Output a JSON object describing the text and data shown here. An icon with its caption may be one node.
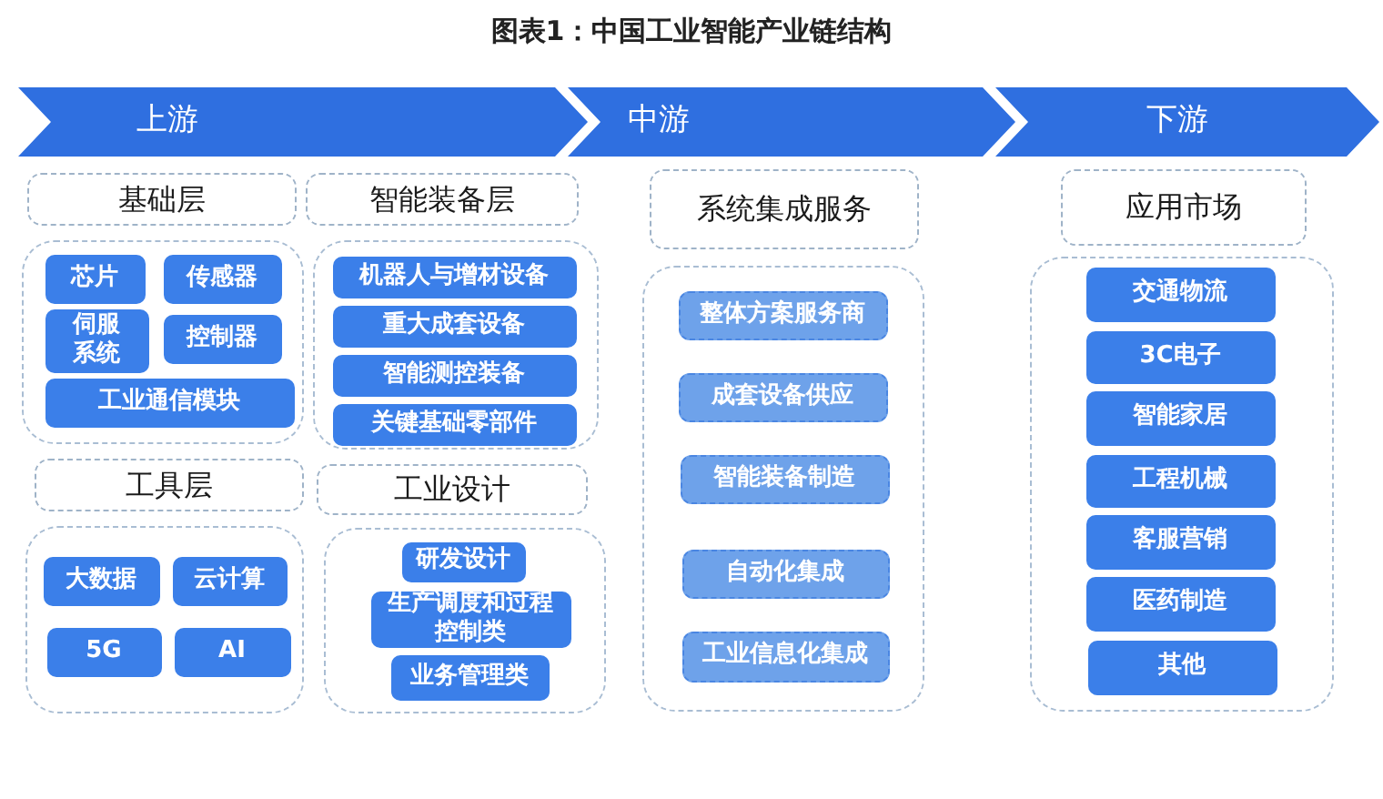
{
  "diagram": {
    "title": "图表1：中国工业智能产业链结构",
    "nodes": [
      {
        "text": [
          "上游"
        ]
      },
      {
        "text": [
          "中游"
        ]
      },
      {
        "text": [
          "下游"
        ]
      },
      {
        "text": [
          "基础层"
        ]
      },
      {
        "text": [
          "智能装备层"
        ]
      },
      {
        "text": [],
        "shape": "box"
      },
      {
        "text": [
          "芯片"
        ],
        "in": 5
      },
      {
        "text": [
          "传感器"
        ],
        "in": 5
      },
      {
        "text": [
          "伺服系统"
        ],
        "in": 5
      },
      {
        "text": [
          "控制器"
        ],
        "in": 5
      },
      {
        "text": [
          "工业通信模块"
        ],
        "in": 5
      },
      {
        "text": [],
        "shape": "box"
      },
      {
        "text": [
          "机器人与增材设备"
        ],
        "in": 11
      },
      {
        "text": [
          "重大成套设备"
        ],
        "in": 11
      },
      {
        "text": [
          "智能测控装备"
        ],
        "in": 11
      },
      {
        "text": [
          "关键基础零部件"
        ],
        "in": 11
      },
      {
        "text": [
          "工具层"
        ]
      },
      {
        "text": [
          "工业设计"
        ]
      },
      {
        "text": [],
        "shape": "box"
      },
      {
        "text": [
          "大数据"
        ],
        "in": 18
      },
      {
        "text": [
          "云计算"
        ],
        "in": 18
      },
      {
        "text": [
          "5G"
        ],
        "in": 18
      },
      {
        "text": [
          "AI"
        ],
        "in": 18
      },
      {
        "text": [],
        "shape": "box"
      },
      {
        "text": [
          "研发设计"
        ],
        "in": 23
      },
      {
        "text": [
          "生产调度和过程控制类"
        ],
        "in": 23
      },
      {
        "text": [
          "业务管理类"
        ],
        "in": 23
      },
      {
        "text": [
          "系统集成服务"
        ]
      },
      {
        "text": [],
        "shape": "box"
      },
      {
        "text": [
          "整体方案服务商"
        ],
        "in": 28
      },
      {
        "text": [
          "成套设备供应"
        ],
        "in": 28
      },
      {
        "text": [
          "智能装备制造"
        ],
        "in": 28
      },
      {
        "text": [
          "自动化集成"
        ],
        "in": 28
      },
      {
        "text": [
          "工业信息化集成"
        ],
        "in": 28
      },
      {
        "text": [
          "应用市场"
        ]
      },
      {
        "text": [],
        "shape": "box"
      },
      {
        "text": [
          "交通物流"
        ],
        "in": 35
      },
      {
        "text": [
          "3C电子"
        ],
        "in": 35
      },
      {
        "text": [
          "智能家居"
        ],
        "in": 35
      },
      {
        "text": [
          "工程机械"
        ],
        "in": 35
      },
      {
        "text": [
          "客服营销"
        ],
        "in": 35
      },
      {
        "text": [
          "医药制造"
        ],
        "in": 35
      },
      {
        "text": [
          "其他"
        ],
        "in": 35
      }
    ]
  }
}
